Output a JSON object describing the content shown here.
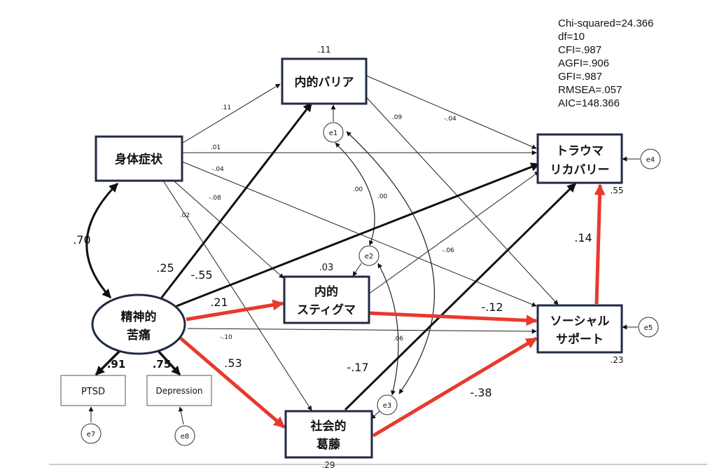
{
  "fit_stats": [
    "Chi-squared=24.366",
    "df=10",
    "CFI=.987",
    "AGFI=.906",
    "GFI=.987",
    "RMSEA=.057",
    "AIC=148.366"
  ],
  "nodes": {
    "inner_barrier": {
      "lines": [
        "内的バリア"
      ]
    },
    "physical": {
      "lines": [
        "身体症状"
      ]
    },
    "trauma": {
      "lines": [
        "トラウマ",
        "リカバリー"
      ]
    },
    "stigma": {
      "lines": [
        "内的",
        "スティグマ"
      ]
    },
    "distress": {
      "lines": [
        "精神的",
        "苦痛"
      ]
    },
    "social": {
      "lines": [
        "ソーシャル",
        "サポート"
      ]
    },
    "conflict": {
      "lines": [
        "社会的",
        "葛藤"
      ]
    },
    "ptsd": {
      "lines": [
        "PTSD"
      ]
    },
    "depression": {
      "lines": [
        "Depression"
      ]
    }
  },
  "errors": {
    "e1": "e1",
    "e2": "e2",
    "e3": "e3",
    "e4": "e4",
    "e5": "e5",
    "e7": "e7",
    "e8": "e8"
  },
  "r2": {
    "inner_barrier": ".11",
    "stigma": ".03",
    "trauma": ".55",
    "social": ".23",
    "conflict": ".29"
  },
  "coefficients": {
    "phys_barrier": ".11",
    "phys_trauma": ".01",
    "phys_social": "-.04",
    "phys_stigma": "-.08",
    "phys_conflict": ".02",
    "barrier_trauma": "-.04",
    "barrier_social": ".09",
    "e1_e2": ".00",
    "e1_e3": ".00",
    "stigma_trauma": "-.06",
    "e2_e3": ".06",
    "dist_barrier": ".25",
    "dist_trauma": "-.55",
    "dist_stigma": ".21",
    "dist_social": "-.10",
    "dist_conflict": ".53",
    "stigma_social": "-.12",
    "conflict_trauma": "-.17",
    "conflict_social": "-.38",
    "social_trauma": ".14",
    "phys_dist": ".70",
    "dist_ptsd": ".91",
    "dist_depression": ".75"
  }
}
